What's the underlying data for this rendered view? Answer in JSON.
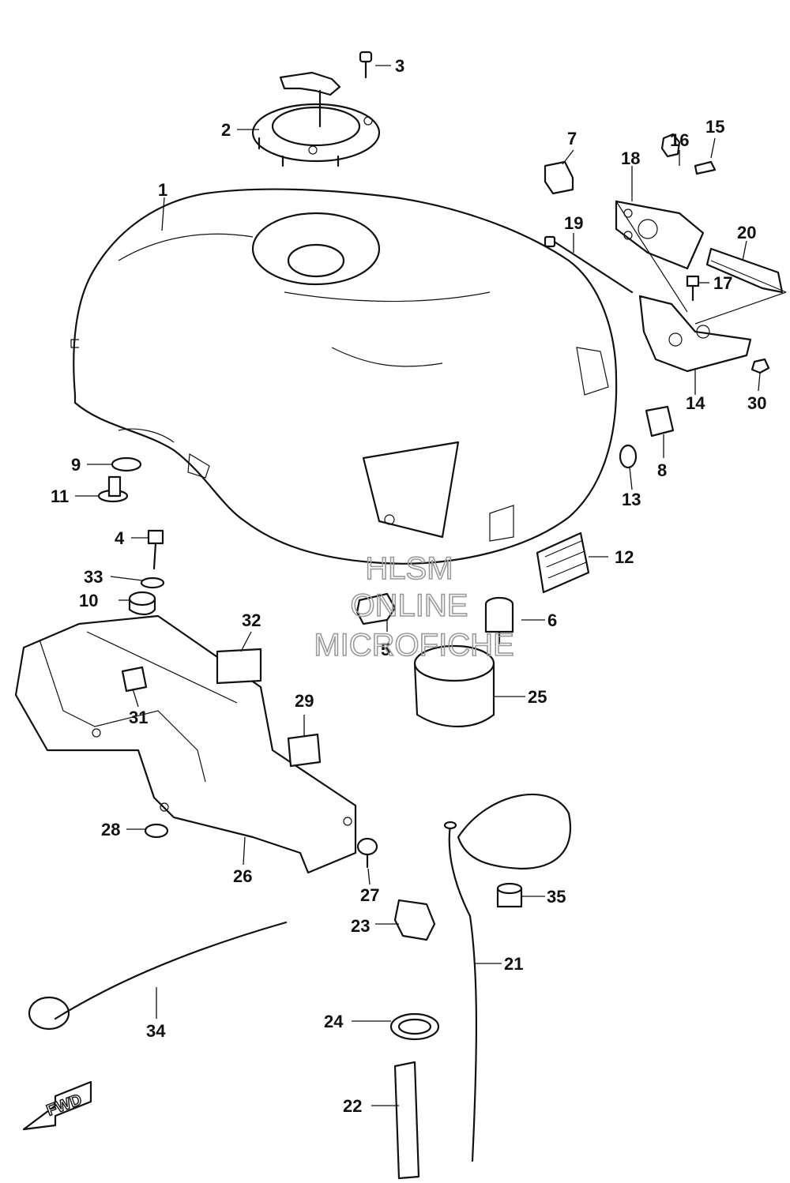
{
  "callouts": [
    "1",
    "2",
    "3",
    "4",
    "5",
    "6",
    "7",
    "8",
    "9",
    "10",
    "11",
    "12",
    "13",
    "14",
    "15",
    "16",
    "17",
    "18",
    "19",
    "20",
    "21",
    "22",
    "23",
    "24",
    "25",
    "26",
    "27",
    "28",
    "29",
    "30",
    "31",
    "32",
    "33",
    "34",
    "35"
  ],
  "direction_arrow": {
    "label": "FWD"
  },
  "watermark": {
    "line1": "HLSM",
    "line2": "ONLINE",
    "line3": "MICROFICHE"
  }
}
